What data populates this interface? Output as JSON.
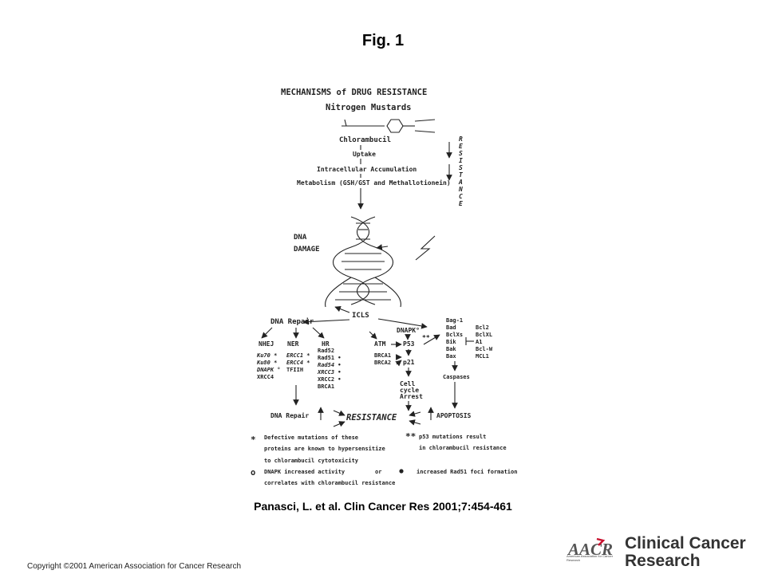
{
  "figure_title": "Fig. 1",
  "diagram": {
    "heading": "MECHANISMS of DRUG RESISTANCE",
    "drug_class": "Nitrogen Mustards",
    "drug_name": "Chlorambucil",
    "steps": [
      "Uptake",
      "Intracellular Accumulation",
      "Metabolism (GSH/GST and Methallotionein)"
    ],
    "side_label_letters": [
      "R",
      "E",
      "S",
      "I",
      "S",
      "T",
      "A",
      "N",
      "C",
      "E"
    ],
    "dna_damage": [
      "DNA",
      "DAMAGE"
    ],
    "icls": "ICLS",
    "dna_repair_title": "DNA Repair",
    "pathways": [
      "NHEJ",
      "NER",
      "HR"
    ],
    "nhej_genes": [
      "Ku70 *",
      "Ku80 *",
      "DNAPK °",
      "XRCC4"
    ],
    "ner_genes": [
      "ERCC1 *",
      "ERCC4 *",
      "TFIIH"
    ],
    "hr_genes": [
      "Rad52",
      "Rad51 •",
      "Rad54 •",
      "XRCC3 •",
      "XRCC2 •",
      "BRCA1"
    ],
    "dnapk": "DNAPK°",
    "atm": "ATM",
    "atm_targets": [
      "BRCA1",
      "BRCA2"
    ],
    "p53": "P53",
    "p53_mark": "**",
    "p21": "p21",
    "cell_cycle": [
      "Cell",
      "cycle",
      "Arrest"
    ],
    "pro_apoptotic": [
      "Bag-1",
      "Bad",
      "BclXs",
      "Bik",
      "Bak",
      "Bax"
    ],
    "anti_apoptotic": [
      "Bcl2",
      "BclXL",
      "A1",
      "Bcl-W",
      "MCL1"
    ],
    "caspases": "Caspases",
    "bottom_repair": "DNA Repair",
    "resistance": "RESISTANCE",
    "apoptosis": "APOPTOSIS",
    "legend": {
      "star": "*",
      "star_lines": [
        "Defective mutations of these",
        "proteins are known to hypersensitize",
        "to chlorambucil cytotoxicity"
      ],
      "double_star": "**",
      "double_star_lines": [
        "p53 mutations result",
        "in chlorambucil resistance"
      ],
      "circle": "o",
      "circle_line_a": "DNAPK increased activity",
      "or": "or",
      "dot_line": "increased Rad51 foci formation",
      "circle_line_b": "correlates with chlorambucil resistance"
    }
  },
  "citation": "Panasci, L. et al. Clin Cancer Res 2001;7:454-461",
  "copyright": "Copyright ©2001 American Association for Cancer Research",
  "logo": {
    "mark": "AACR",
    "mark_sub": "American Association for Cancer Research",
    "line1": "Clinical Cancer",
    "line2": "Research"
  }
}
